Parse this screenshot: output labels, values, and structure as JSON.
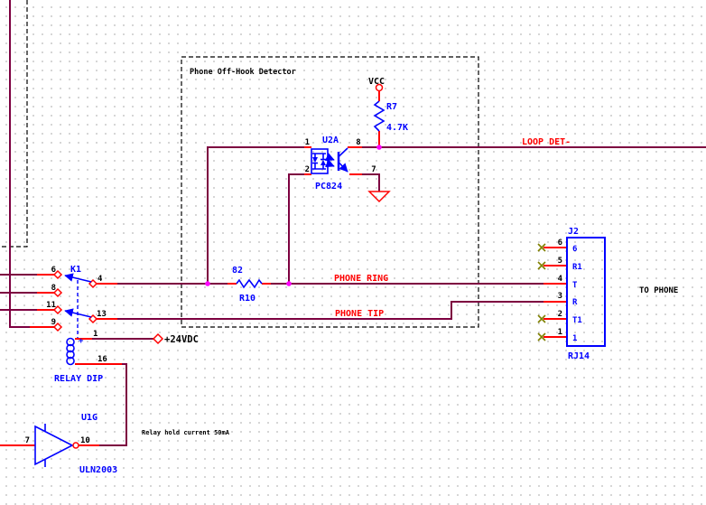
{
  "palette": {
    "wire": "#7D0040",
    "pin_stub": "#FF0000",
    "part_symbol": "#0000FF",
    "junction_dot": "#FF00FF",
    "no_connect_x": "#808000",
    "net_label": "#FF0000",
    "annotation": "#000000",
    "grid_dot": "#C8C8C8",
    "background": "#FFFFFF"
  },
  "detector_box": {
    "title": "Phone Off-Hook Detector"
  },
  "power": {
    "vcc": "VCC",
    "v24": "+24VDC"
  },
  "nets": {
    "loop_det": "LOOP DET-",
    "phone_ring": "PHONE RING",
    "phone_tip": "PHONE TIP"
  },
  "r7": {
    "ref": "R7",
    "value": "4.7K"
  },
  "r10": {
    "ref": "R10",
    "value": "82"
  },
  "u2a": {
    "ref": "U2A",
    "part": "PC824",
    "pin1": "1",
    "pin2": "2",
    "pin7": "7",
    "pin8": "8"
  },
  "k1": {
    "ref": "K1",
    "label": "RELAY DIP",
    "polarity": "+",
    "pin6": "6",
    "pin8": "8",
    "pin11": "11",
    "pin9": "9",
    "pin4": "4",
    "pin13": "13",
    "pin1": "1",
    "pin16": "16"
  },
  "u1g": {
    "ref": "U1G",
    "part": "ULN2003",
    "pin_in": "7",
    "pin_out": "10"
  },
  "j2": {
    "ref": "J2",
    "part": "RJ14",
    "pins": [
      {
        "num": "6",
        "name": "6"
      },
      {
        "num": "5",
        "name": "R1"
      },
      {
        "num": "4",
        "name": "T"
      },
      {
        "num": "3",
        "name": "R"
      },
      {
        "num": "2",
        "name": "T1"
      },
      {
        "num": "1",
        "name": "1"
      }
    ]
  },
  "notes": {
    "to_phone": "TO PHONE",
    "relay_hold": "Relay hold current 50mA"
  }
}
